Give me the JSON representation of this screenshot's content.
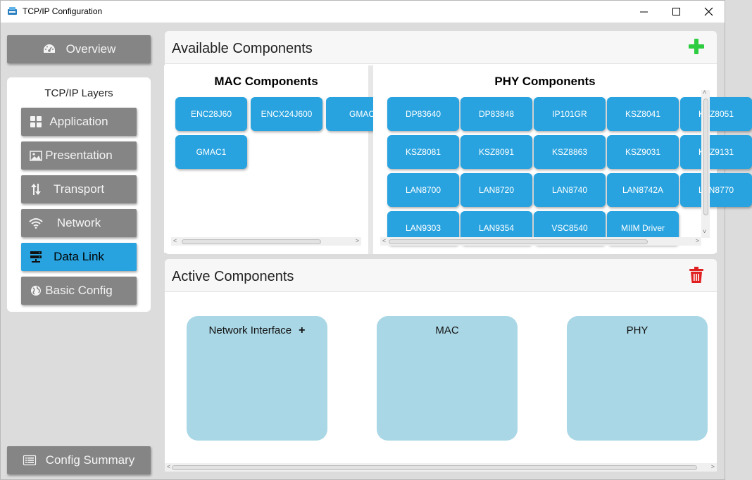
{
  "window": {
    "title": "TCP/IP Configuration",
    "controls": {
      "minimize": "—",
      "maximize": "☐",
      "close": "✕"
    }
  },
  "sidebar": {
    "overview": "Overview",
    "layers_title": "TCP/IP Layers",
    "layers": [
      {
        "label": "Application",
        "icon": "grid-icon",
        "active": false
      },
      {
        "label": "Presentation",
        "icon": "image-icon",
        "active": false
      },
      {
        "label": "Transport",
        "icon": "arrows-updown-icon",
        "active": false
      },
      {
        "label": "Network",
        "icon": "wifi-icon",
        "active": false
      },
      {
        "label": "Data Link",
        "icon": "server-icon",
        "active": true
      },
      {
        "label": "Basic Config",
        "icon": "globe-icon",
        "active": false
      }
    ],
    "config_summary": "Config Summary"
  },
  "available": {
    "title": "Available Components",
    "add_icon": "plus-icon",
    "add_color": "#2ecc40",
    "mac": {
      "title": "MAC Components",
      "items": [
        "ENC28J60",
        "ENCX24J600",
        "GMAC",
        "GMAC1"
      ]
    },
    "phy": {
      "title": "PHY Components",
      "items": [
        "DP83640",
        "DP83848",
        "IP101GR",
        "KSZ8041",
        "KSZ8051",
        "KSZ8081",
        "KSZ8091",
        "KSZ8863",
        "KSZ9031",
        "KSZ9131",
        "LAN8700",
        "LAN8720",
        "LAN8740",
        "LAN8742A",
        "LAN8770",
        "LAN9303",
        "LAN9354",
        "VSC8540",
        "MIIM Driver"
      ]
    }
  },
  "active": {
    "title": "Active Components",
    "delete_icon": "trash-icon",
    "delete_color": "#e02020",
    "boxes": [
      {
        "label": "Network Interface",
        "has_add": true,
        "add_glyph": "+"
      },
      {
        "label": "MAC",
        "has_add": false
      },
      {
        "label": "PHY",
        "has_add": false
      }
    ]
  },
  "colors": {
    "accent": "#29a3df",
    "button_gray": "#858585",
    "drop_box": "#aad7e6"
  }
}
